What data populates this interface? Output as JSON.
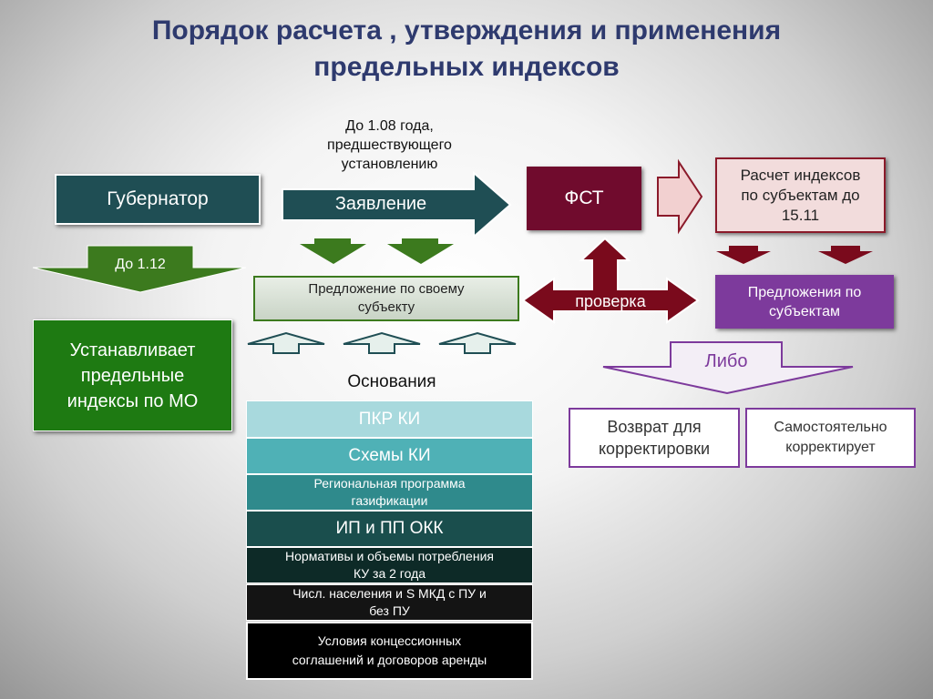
{
  "title": {
    "line1": "Порядок расчета , утверждения и применения",
    "line2": "предельных индексов"
  },
  "governor": "Губернатор",
  "deadline_top": {
    "line1": "До 1.08 года,",
    "line2": "предшествующего",
    "line3": "установлению"
  },
  "application_arrow": "Заявление",
  "fst": "ФСТ",
  "calc_indices": {
    "line1": "Расчет индексов",
    "line2": "по субъектам до",
    "line3": "15.11"
  },
  "deadline_dec": "До 1.12",
  "proposal_own": {
    "line1": "Предложение по своему",
    "line2": "субъекту"
  },
  "check_arrow": "проверка",
  "proposals_subjects": {
    "line1": "Предложения по",
    "line2": "субъектам"
  },
  "sets_indices": {
    "line1": "Устанавливает",
    "line2": "предельные",
    "line3": "индексы по МО"
  },
  "either": "Либо",
  "return_box": {
    "line1": "Возврат для",
    "line2": "корректировки"
  },
  "self_correct": {
    "line1": "Самостоятельно",
    "line2": "корректирует"
  },
  "grounds_label": "Основания",
  "grounds": {
    "pkr": "ПКР  КИ",
    "schemes": "Схемы КИ",
    "regional": {
      "line1": "Региональная  программа",
      "line2": "газификации"
    },
    "ip_pp": "ИП и ПП  ОКК",
    "norms": {
      "line1": "Нормативы и объемы потребления",
      "line2": "КУ за 2 года"
    },
    "population": {
      "line1": "Числ. населения и  S  МКД с ПУ и",
      "line2": "без ПУ"
    },
    "concessions": {
      "line1": "Условия  концессионных",
      "line2": "соглашений и договоров аренды"
    }
  },
  "colors": {
    "title": "#2e3a6e",
    "governor": "#1f4e54",
    "fst": "#700b2d",
    "green_arrow": "#3c7a1e",
    "maroon_arrow": "#7a0a1c",
    "purple": "#7d3a9c"
  }
}
